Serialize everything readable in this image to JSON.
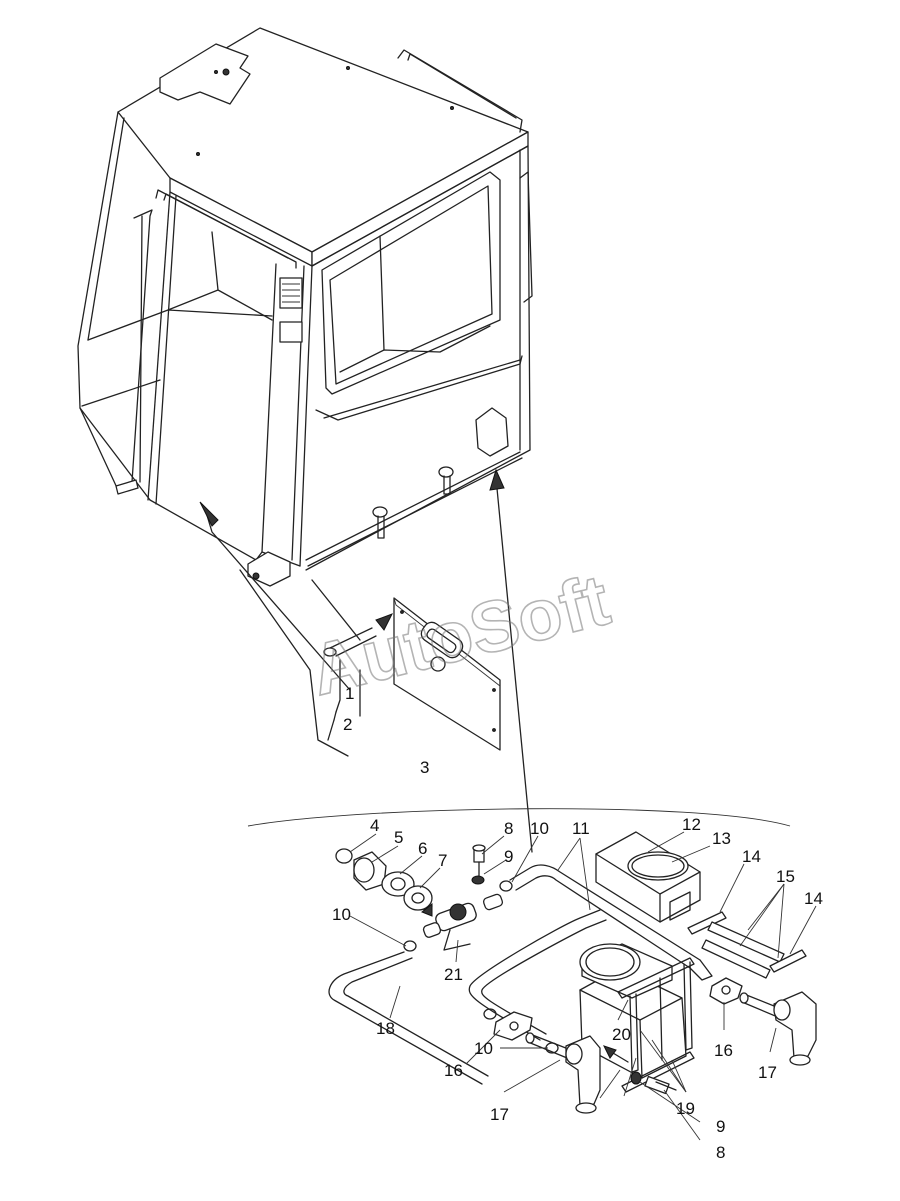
{
  "watermark": "AutoSoft",
  "callouts": {
    "c1": "1",
    "c2": "2",
    "c3": "3",
    "c4": "4",
    "c5": "5",
    "c6": "6",
    "c7": "7",
    "c8a": "8",
    "c8b": "8",
    "c9a": "9",
    "c9b": "9",
    "c10a": "10",
    "c10b": "10",
    "c10c": "10",
    "c11": "11",
    "c12": "12",
    "c13": "13",
    "c14a": "14",
    "c14b": "14",
    "c15": "15",
    "c16a": "16",
    "c16b": "16",
    "c17a": "17",
    "c17b": "17",
    "c18": "18",
    "c19": "19",
    "c20": "20",
    "c21": "21"
  }
}
